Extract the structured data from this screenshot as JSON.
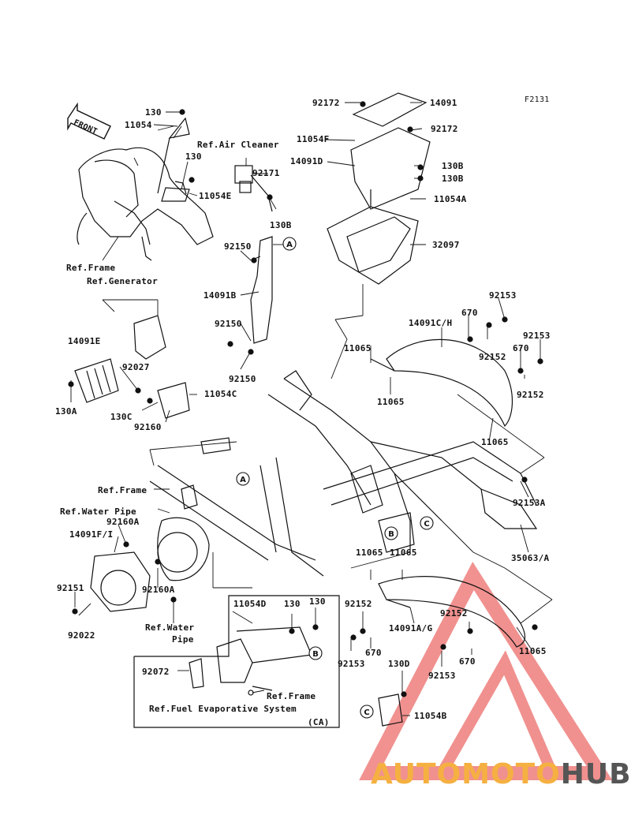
{
  "figure_code": "F2131",
  "front_label": "FRONT",
  "labels": [
    {
      "id": "130-top",
      "text": "130"
    },
    {
      "id": "11054",
      "text": "11054"
    },
    {
      "id": "ref-air-cleaner",
      "text": "Ref.Air Cleaner"
    },
    {
      "id": "130-mid",
      "text": "130"
    },
    {
      "id": "11054E",
      "text": "11054E"
    },
    {
      "id": "92171",
      "text": "92171"
    },
    {
      "id": "130B-left",
      "text": "130B"
    },
    {
      "id": "ref-frame-top",
      "text": "Ref.Frame"
    },
    {
      "id": "ref-generator",
      "text": "Ref.Generator"
    },
    {
      "id": "92172-top",
      "text": "92172"
    },
    {
      "id": "14091",
      "text": "14091"
    },
    {
      "id": "92172-right",
      "text": "92172"
    },
    {
      "id": "11054F",
      "text": "11054F"
    },
    {
      "id": "14091D",
      "text": "14091D"
    },
    {
      "id": "130B-right",
      "text": "130B"
    },
    {
      "id": "130B-right2",
      "text": "130B"
    },
    {
      "id": "11054A",
      "text": "11054A"
    },
    {
      "id": "32097",
      "text": "32097"
    },
    {
      "id": "92150-a",
      "text": "92150"
    },
    {
      "id": "14091B",
      "text": "14091B"
    },
    {
      "id": "92150-b",
      "text": "92150"
    },
    {
      "id": "92150-c",
      "text": "92150"
    },
    {
      "id": "92153-a",
      "text": "92153"
    },
    {
      "id": "14091CH",
      "text": "14091C/H"
    },
    {
      "id": "670-a",
      "text": "670"
    },
    {
      "id": "11065-a",
      "text": "11065"
    },
    {
      "id": "92152-a",
      "text": "92152"
    },
    {
      "id": "670-b",
      "text": "670"
    },
    {
      "id": "92153-b",
      "text": "92153"
    },
    {
      "id": "92152-b",
      "text": "92152"
    },
    {
      "id": "11065-b",
      "text": "11065"
    },
    {
      "id": "14091E",
      "text": "14091E"
    },
    {
      "id": "92027",
      "text": "92027"
    },
    {
      "id": "11054C",
      "text": "11054C"
    },
    {
      "id": "130A",
      "text": "130A"
    },
    {
      "id": "130C",
      "text": "130C"
    },
    {
      "id": "92160",
      "text": "92160"
    },
    {
      "id": "11065-c",
      "text": "11065"
    },
    {
      "id": "ref-frame-mid",
      "text": "Ref.Frame"
    },
    {
      "id": "ref-water-pipe-top",
      "text": "Ref.Water Pipe"
    },
    {
      "id": "92160A-top",
      "text": "92160A"
    },
    {
      "id": "14091FI",
      "text": "14091F/I"
    },
    {
      "id": "92153A",
      "text": "92153A"
    },
    {
      "id": "35063A",
      "text": "35063/A"
    },
    {
      "id": "11065-d",
      "text": "11065"
    },
    {
      "id": "11065-e",
      "text": "11065"
    },
    {
      "id": "92151",
      "text": "92151"
    },
    {
      "id": "92160A-bot",
      "text": "92160A"
    },
    {
      "id": "92022",
      "text": "92022"
    },
    {
      "id": "ref-water",
      "text": "Ref.Water"
    },
    {
      "id": "pipe",
      "text": "Pipe"
    },
    {
      "id": "11054D",
      "text": "11054D"
    },
    {
      "id": "130-low1",
      "text": "130"
    },
    {
      "id": "130-low2",
      "text": "130"
    },
    {
      "id": "92152-c",
      "text": "92152"
    },
    {
      "id": "14091AG",
      "text": "14091A/G"
    },
    {
      "id": "92152-d",
      "text": "92152"
    },
    {
      "id": "11065-f",
      "text": "11065"
    },
    {
      "id": "670-c",
      "text": "670"
    },
    {
      "id": "92153-c",
      "text": "92153"
    },
    {
      "id": "670-d",
      "text": "670"
    },
    {
      "id": "92153-d",
      "text": "92153"
    },
    {
      "id": "92072",
      "text": "92072"
    },
    {
      "id": "130D",
      "text": "130D"
    },
    {
      "id": "ref-frame-low",
      "text": "Ref.Frame"
    },
    {
      "id": "ref-fuel-evap",
      "text": "Ref.Fuel Evaporative System"
    },
    {
      "id": "ca",
      "text": "(CA)"
    },
    {
      "id": "11054B",
      "text": "11054B"
    }
  ],
  "circle_markers": [
    {
      "id": "A1",
      "text": "A"
    },
    {
      "id": "A2",
      "text": "A"
    },
    {
      "id": "B1",
      "text": "B"
    },
    {
      "id": "B2",
      "text": "B"
    },
    {
      "id": "C1",
      "text": "C"
    },
    {
      "id": "C2",
      "text": "C"
    }
  ],
  "watermark": {
    "part1": "AUTOMOTO",
    "part2": "HUB",
    "color1": "#f5b041",
    "color2": "#555555",
    "logo_color": "#e53935"
  }
}
